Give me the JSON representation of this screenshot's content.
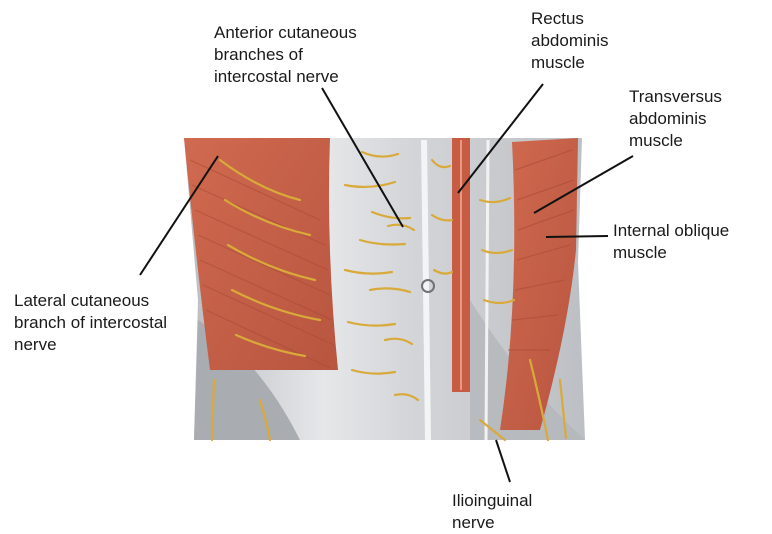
{
  "labels": {
    "anterior": "Anterior cutaneous\nbranches of\nintercostal nerve",
    "rectus": "Rectus\nabdominis\nmuscle",
    "transversus": "Transversus\nabdominis\nmuscle",
    "internal": "Internal oblique\nmuscle",
    "lateral": "Lateral cutaneous\nbranch of intercostal\nnerve",
    "ilio": "Ilioinguinal\nnerve"
  },
  "colors": {
    "muscle": "#c9604a",
    "muscle_light": "#d97a5e",
    "fascia": "#c7c9cc",
    "fascia_light": "#e3e4e6",
    "nerve": "#d9a93a",
    "leader": "#111111"
  }
}
